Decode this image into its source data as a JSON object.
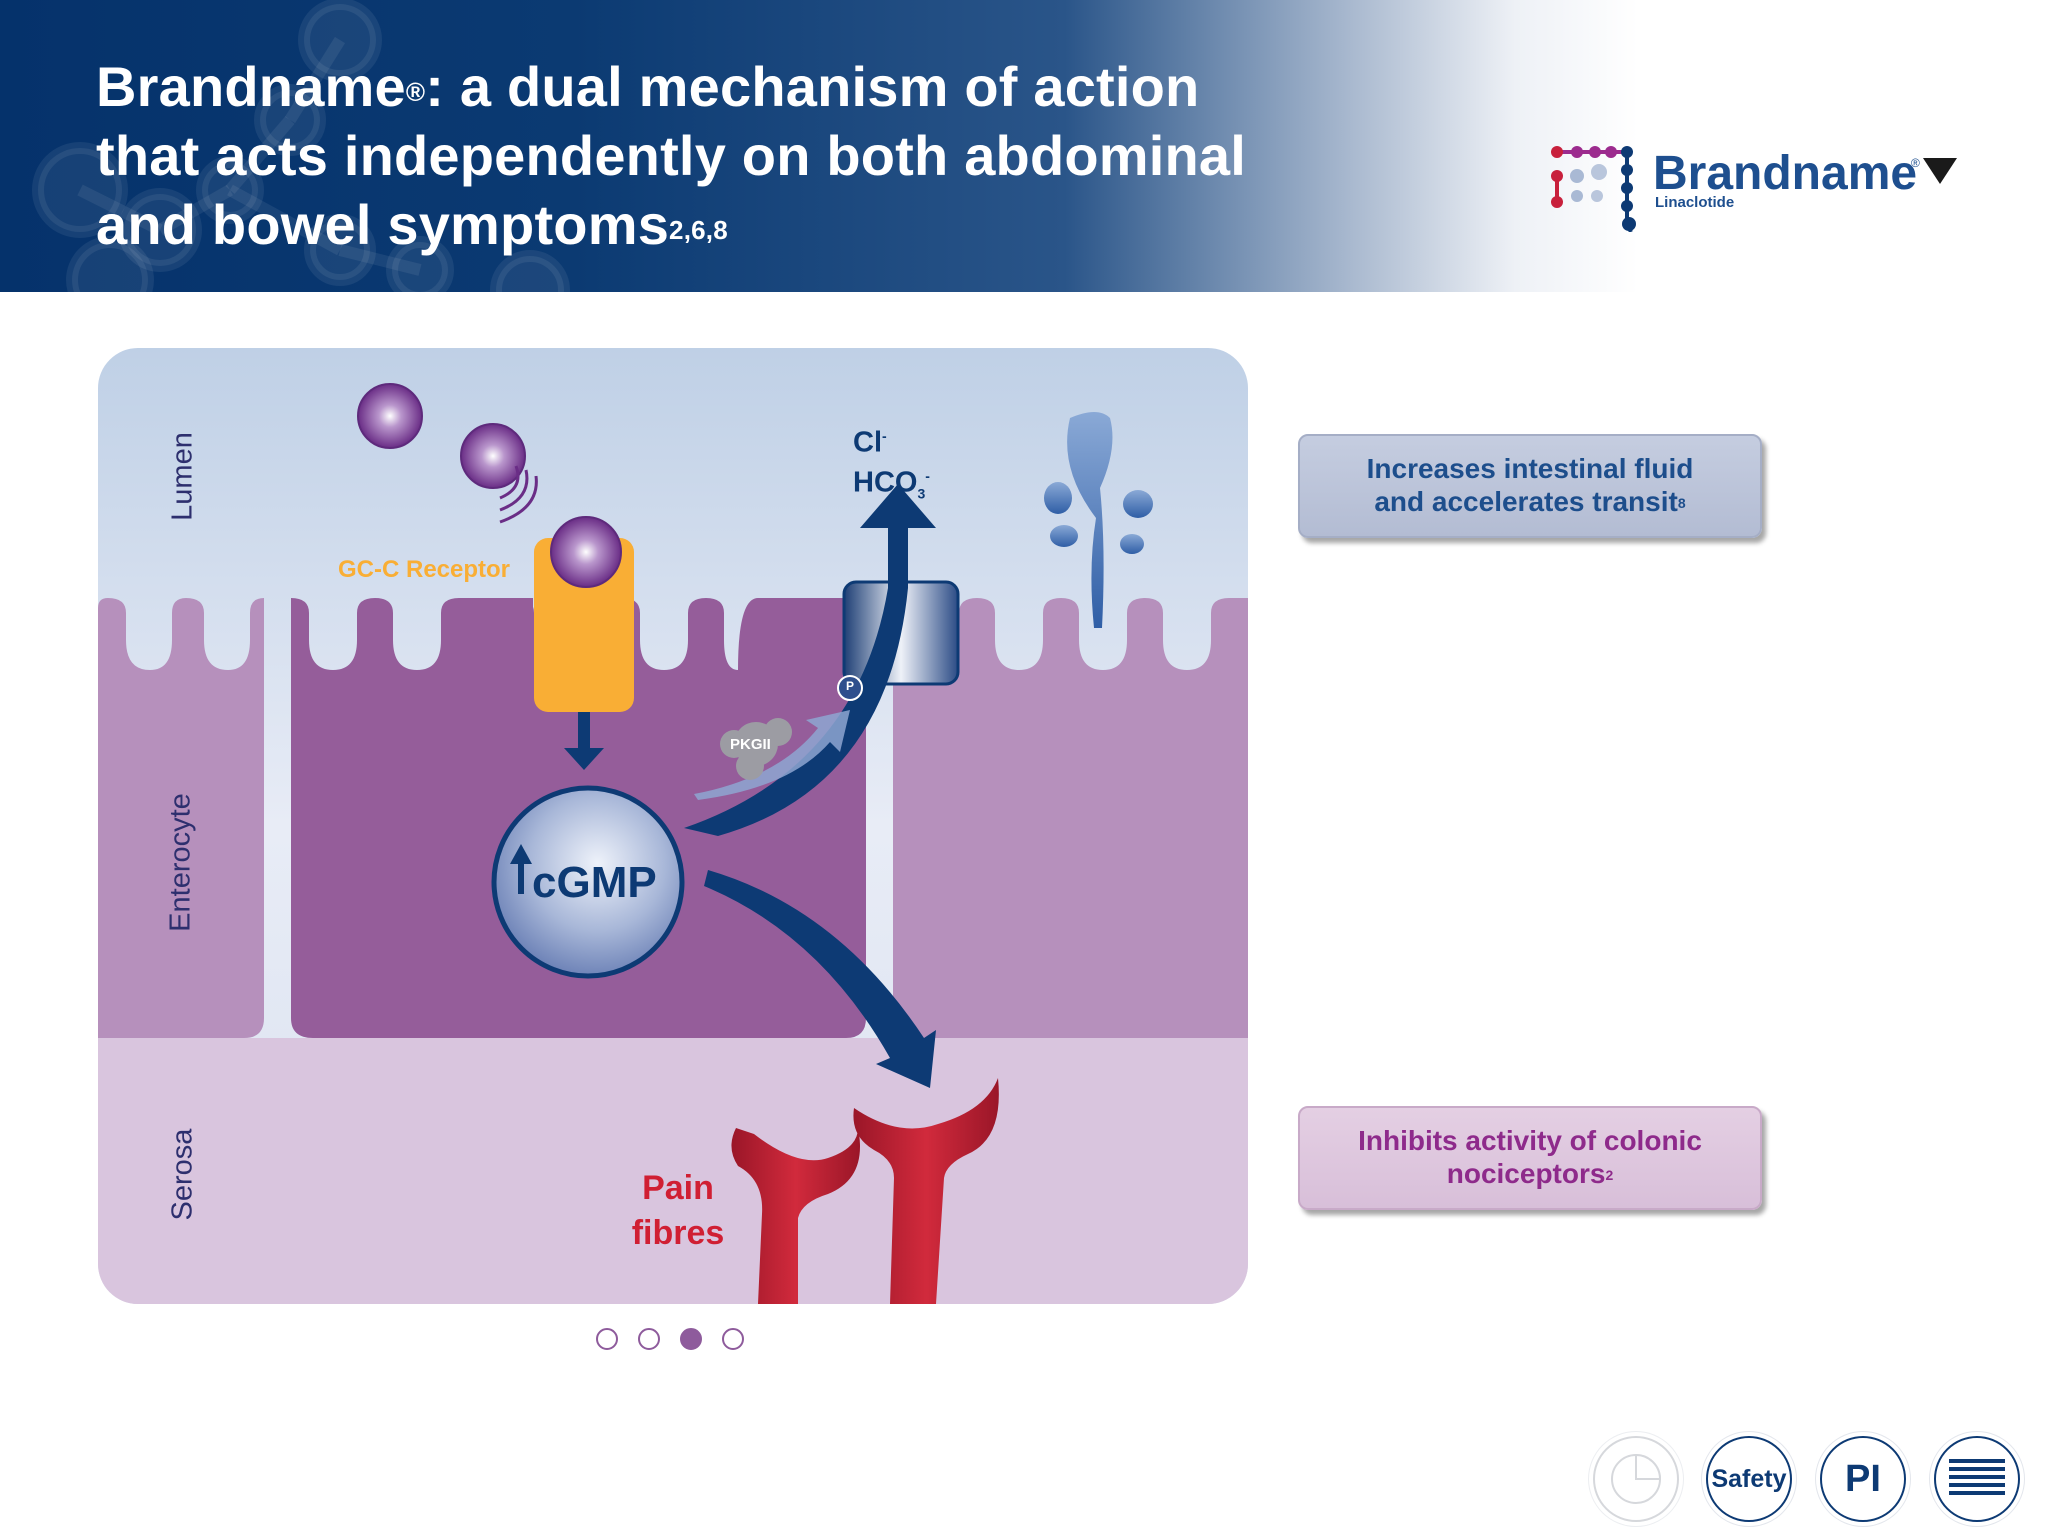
{
  "header": {
    "title_main": "Brandname",
    "title_reg": "®",
    "title_rest": ": a dual mechanism of action that acts independently on both abdominal and bowel symptoms",
    "title_refs": "2,6,8"
  },
  "logo": {
    "word": "Brandname",
    "reg": "®",
    "sub": "Linaclotide"
  },
  "diagram": {
    "layers": [
      "Lumen",
      "Enterocyte",
      "Serosa"
    ],
    "receptor_label": "GC-C Receptor",
    "ion_1": "Cl",
    "ion_1_charge": "-",
    "ion_2": "HCO",
    "ion_2_sub": "3",
    "ion_2_charge": "-",
    "pkg_label": "PKGII",
    "phos_label": "P",
    "cgmp_label": "cGMP",
    "pain_line1": "Pain",
    "pain_line2": "fibres"
  },
  "callouts": [
    {
      "line1": "Increases intestinal fluid",
      "line2": "and accelerates transit",
      "ref": "8"
    },
    {
      "line1": "Inhibits activity of colonic",
      "line2": "nociceptors",
      "ref": "2"
    }
  ],
  "pager": {
    "count": 4,
    "active_index": 2
  },
  "nav": {
    "timer_icon": "pie-timer-icon",
    "safety_label": "Safety",
    "pi_label": "PI",
    "menu_icon": "menu-lines-icon"
  },
  "colors": {
    "navy": "#0d3a74",
    "enterocyte": "#955d9a",
    "enterocyte_light": "#b690bc",
    "serosa": "#d9c5de",
    "lumen": "#dfe5f1",
    "receptor": "#f9ae35",
    "pain": "#c42032",
    "callout_blue_text": "#1d4e8c",
    "callout_purple_text": "#8e2a8b"
  }
}
